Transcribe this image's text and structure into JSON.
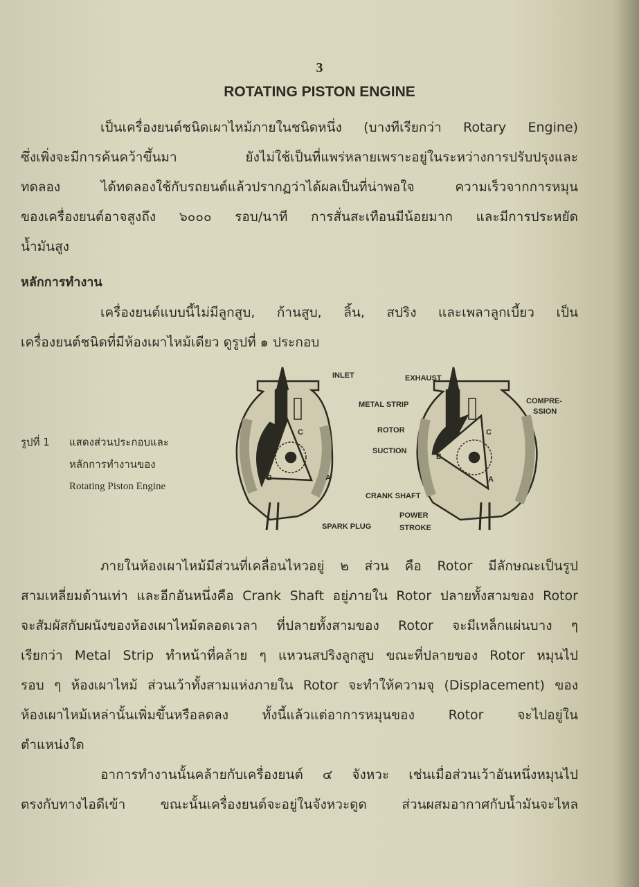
{
  "page_number": "3",
  "title": "ROTATING PISTON ENGINE",
  "intro": [
    "เป็นเครื่องยนต์ชนิดเผาไหม้ภายในชนิดหนึ่ง  (บางทีเรียกว่า Rotary Engine)",
    "ซึ่งเพิ่งจะมีการค้นคว้าขึ้นมา   ยังไม่ใช้เป็นที่แพร่หลายเพราะอยู่ในระหว่างการปรับปรุงและ",
    "ทดลอง  ได้ทดลองใช้กับรถยนต์แล้วปรากฏว่าได้ผลเป็นที่น่าพอใจ   ความเร็วจากการหมุน",
    "ของเครื่องยนต์อาจสูงถึง ๖๐๐๐ รอบ/นาที  การสั่นสะเทือนมีน้อยมาก  และมีการประหยัด",
    "น้ำมันสูง"
  ],
  "section_heading": "หลักการทำงาน",
  "principle": [
    "เครื่องยนต์แบบนี้ไม่มีลูกสูบ, ก้านสูบ, ลิ้น, สปริง และเพลาลูกเบี้ยว เป็น",
    "เครื่องยนต์ชนิดที่มีห้องเผาไหม้เดียว  ดูรูปที่ ๑ ประกอบ"
  ],
  "figure": {
    "caption_label": "รูปที่ 1",
    "caption_lines": [
      "แสดงส่วนประกอบและ",
      "หลักการทำงานของ",
      "Rotating  Piston  Engine"
    ],
    "labels": {
      "inlet": "INLET",
      "metal_strip": "METAL STRIP",
      "rotor": "ROTOR",
      "suction": "SUCTION",
      "crank_shaft": "CRANK SHAFT",
      "spark_plug": "SPARK PLUG",
      "exhaust": "EXHAUST",
      "compression_1": "COMPRE-",
      "compression_2": "SSION",
      "power_1": "POWER",
      "power_2": "STROKE",
      "a": "A",
      "b": "B",
      "c": "C"
    }
  },
  "body": [
    "ภายในห้องเผาไหม้มีส่วนที่เคลื่อนไหวอยู่ ๒ ส่วน   คือ Rotor มีลักษณะเป็นรูป",
    "สามเหลี่ยมด้านเท่า และอีกอันหนึ่งคือ Crank Shaft อยู่ภายใน Rotor ปลายทั้งสามของ Rotor",
    "จะสัมผัสกับผนังของห้องเผาไหม้ตลอดเวลา   ที่ปลายทั้งสามของ Rotor จะมีเหล็กแผ่นบาง ๆ",
    "เรียกว่า Metal Strip  ทำหน้าที่คล้าย ๆ แหวนสปริงลูกสูบ   ขณะที่ปลายของ Rotor หมุนไป",
    "รอบ ๆ ห้องเผาไหม้  ส่วนเว้าทั้งสามแห่งภายใน Rotor  จะทำให้ความจุ (Displacement) ของ",
    "ห้องเผาไหม้เหล่านั้นเพิ่มขึ้นหรือลดลง   ทั้งนี้แล้วแต่อาการหมุนของ Rotor   จะไปอยู่ใน",
    "ตำแหน่งใด"
  ],
  "body2": [
    "อาการทำงานนั้นคล้ายกับเครื่องยนต์ ๔ จังหวะ  เช่นเมื่อส่วนเว้าอันหนึ่งหมุนไป",
    "ตรงกับทางไอดีเข้า  ขณะนั้นเครื่องยนต์จะอยู่ในจังหวะดูด  ส่วนผสมอากาศกับน้ำมันจะไหล"
  ]
}
